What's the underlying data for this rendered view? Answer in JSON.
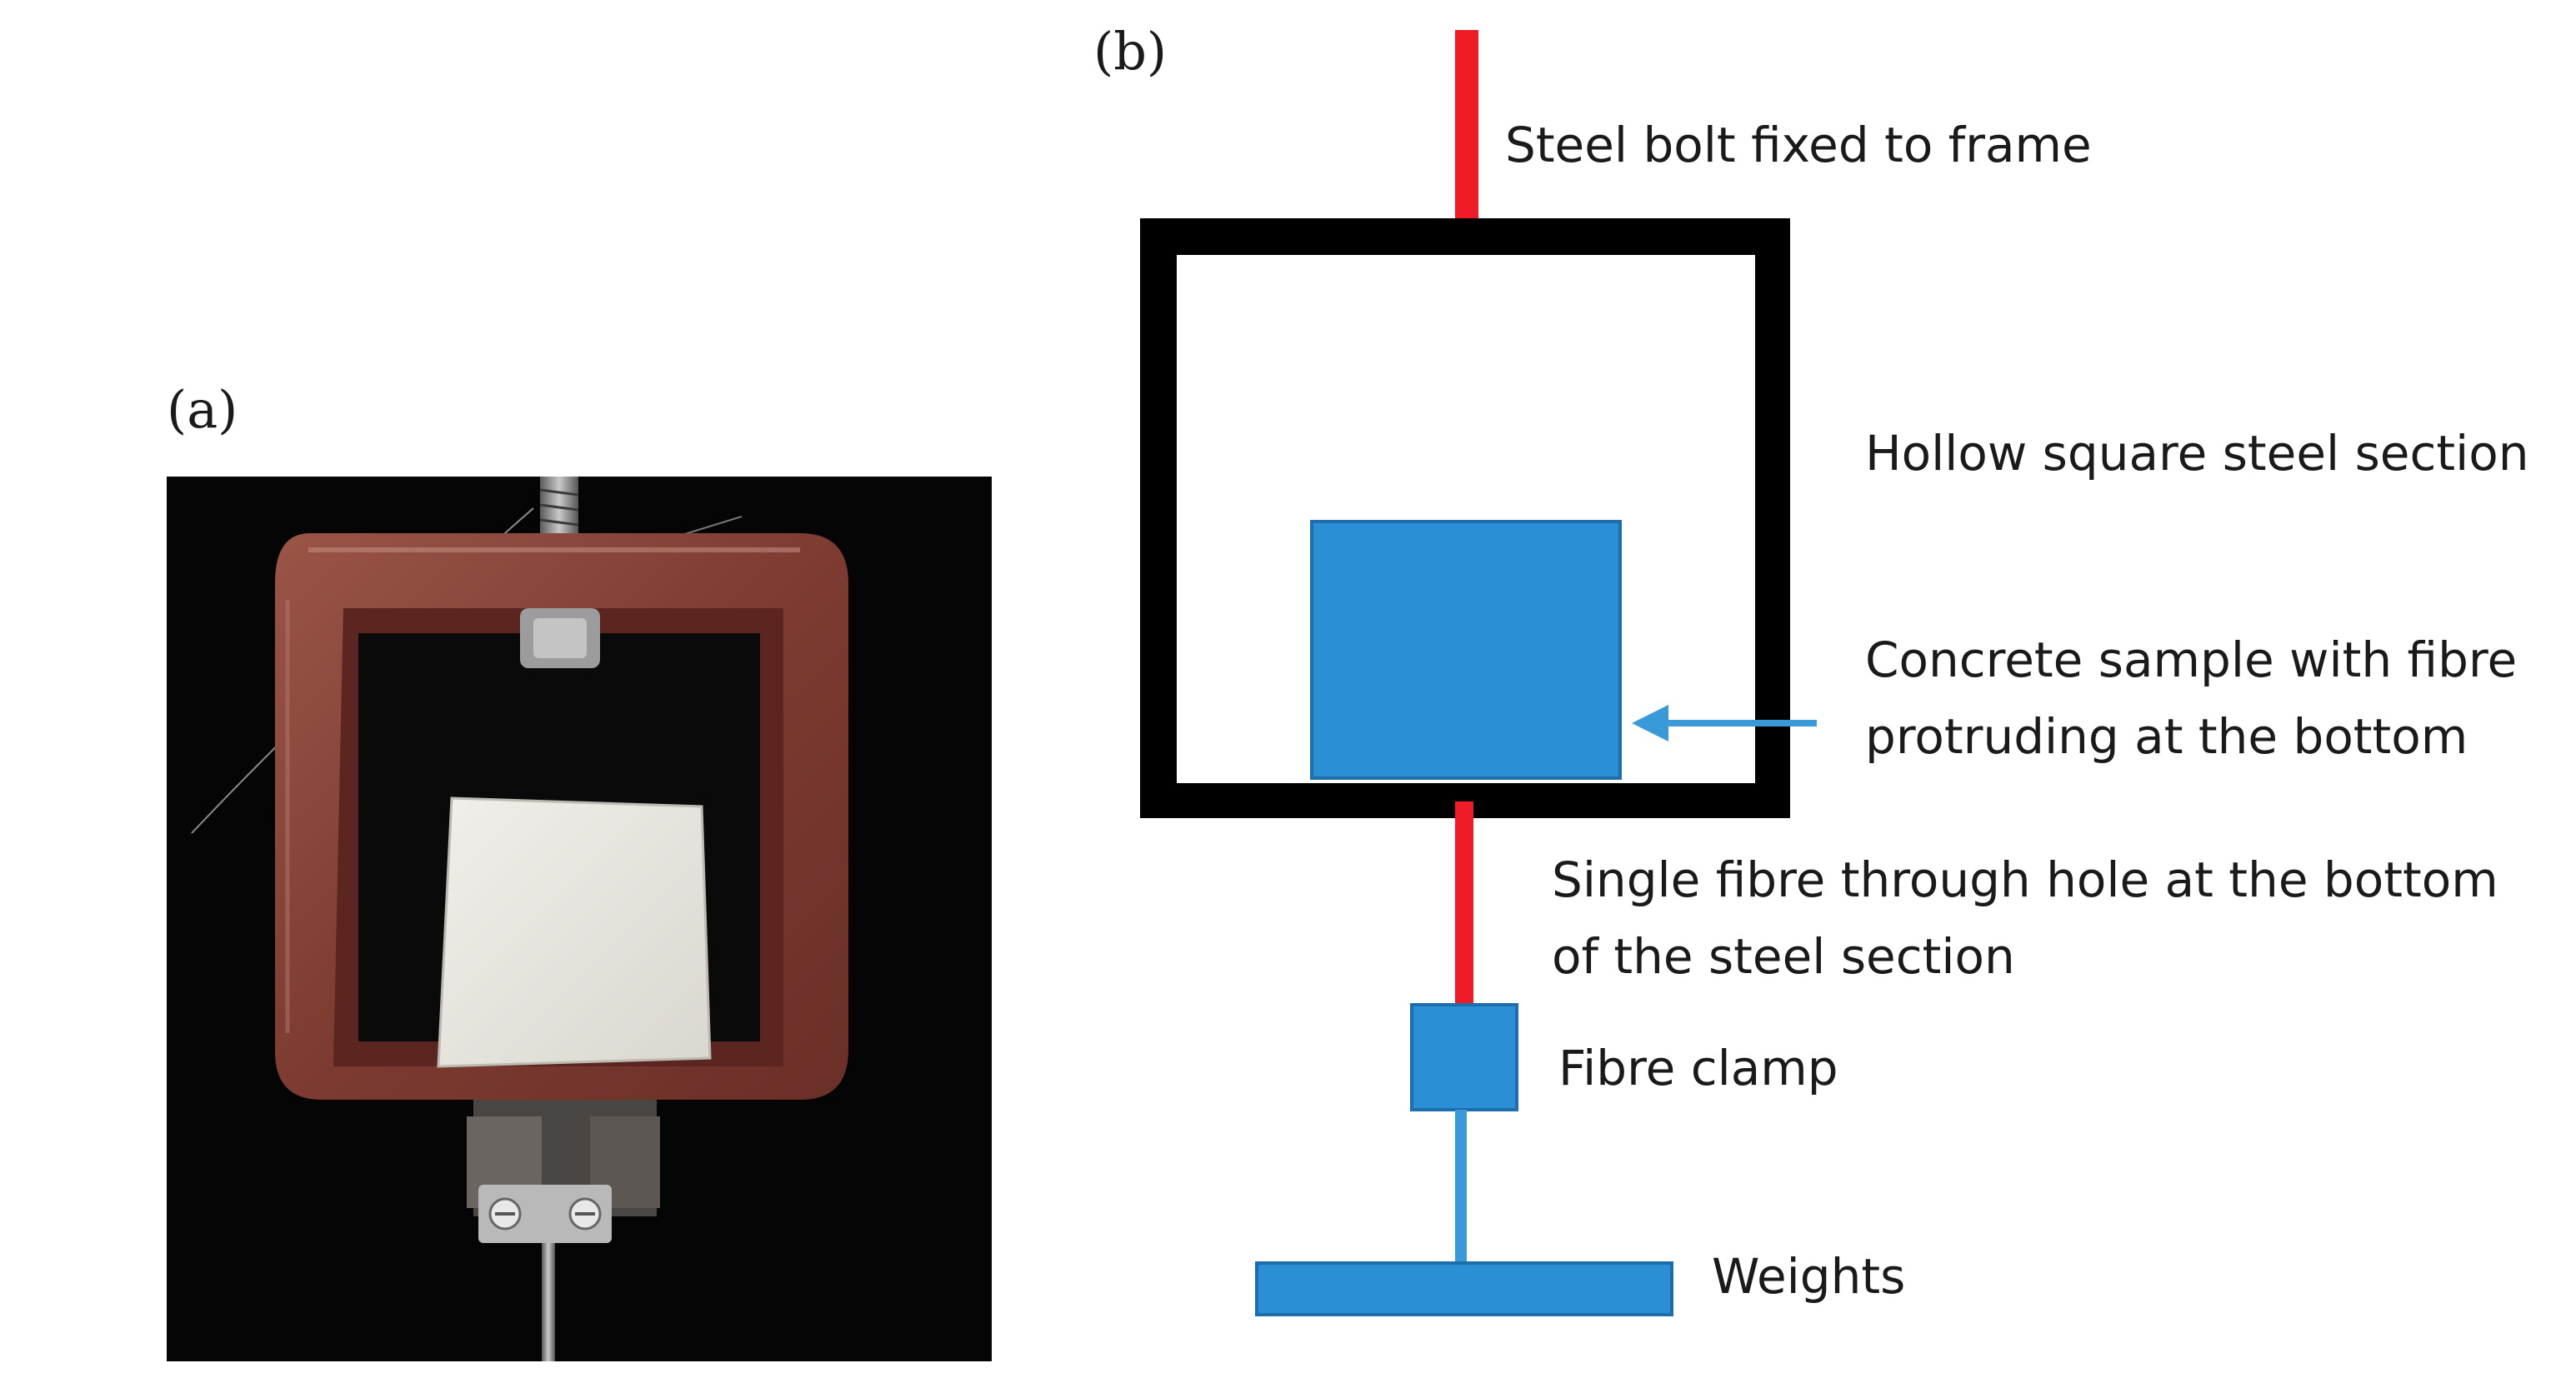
{
  "panel_a": {
    "letter": "(a)"
  },
  "panel_b": {
    "letter": "(b)"
  },
  "labels": {
    "bolt": "Steel bolt fixed to frame",
    "hollow_section": "Hollow square steel section",
    "sample_line1": "Concrete sample with fibre",
    "sample_line2": "protruding at the bottom",
    "fibre_line1": "Single fibre through hole at the bottom",
    "fibre_line2": "of the steel section",
    "clamp": "Fibre clamp",
    "weights": "Weights"
  },
  "colors": {
    "bolt_red": "#ee1c25",
    "frame_black": "#000000",
    "component_blue": "#2a8fd4",
    "arrow_blue": "#3a9ad9"
  }
}
